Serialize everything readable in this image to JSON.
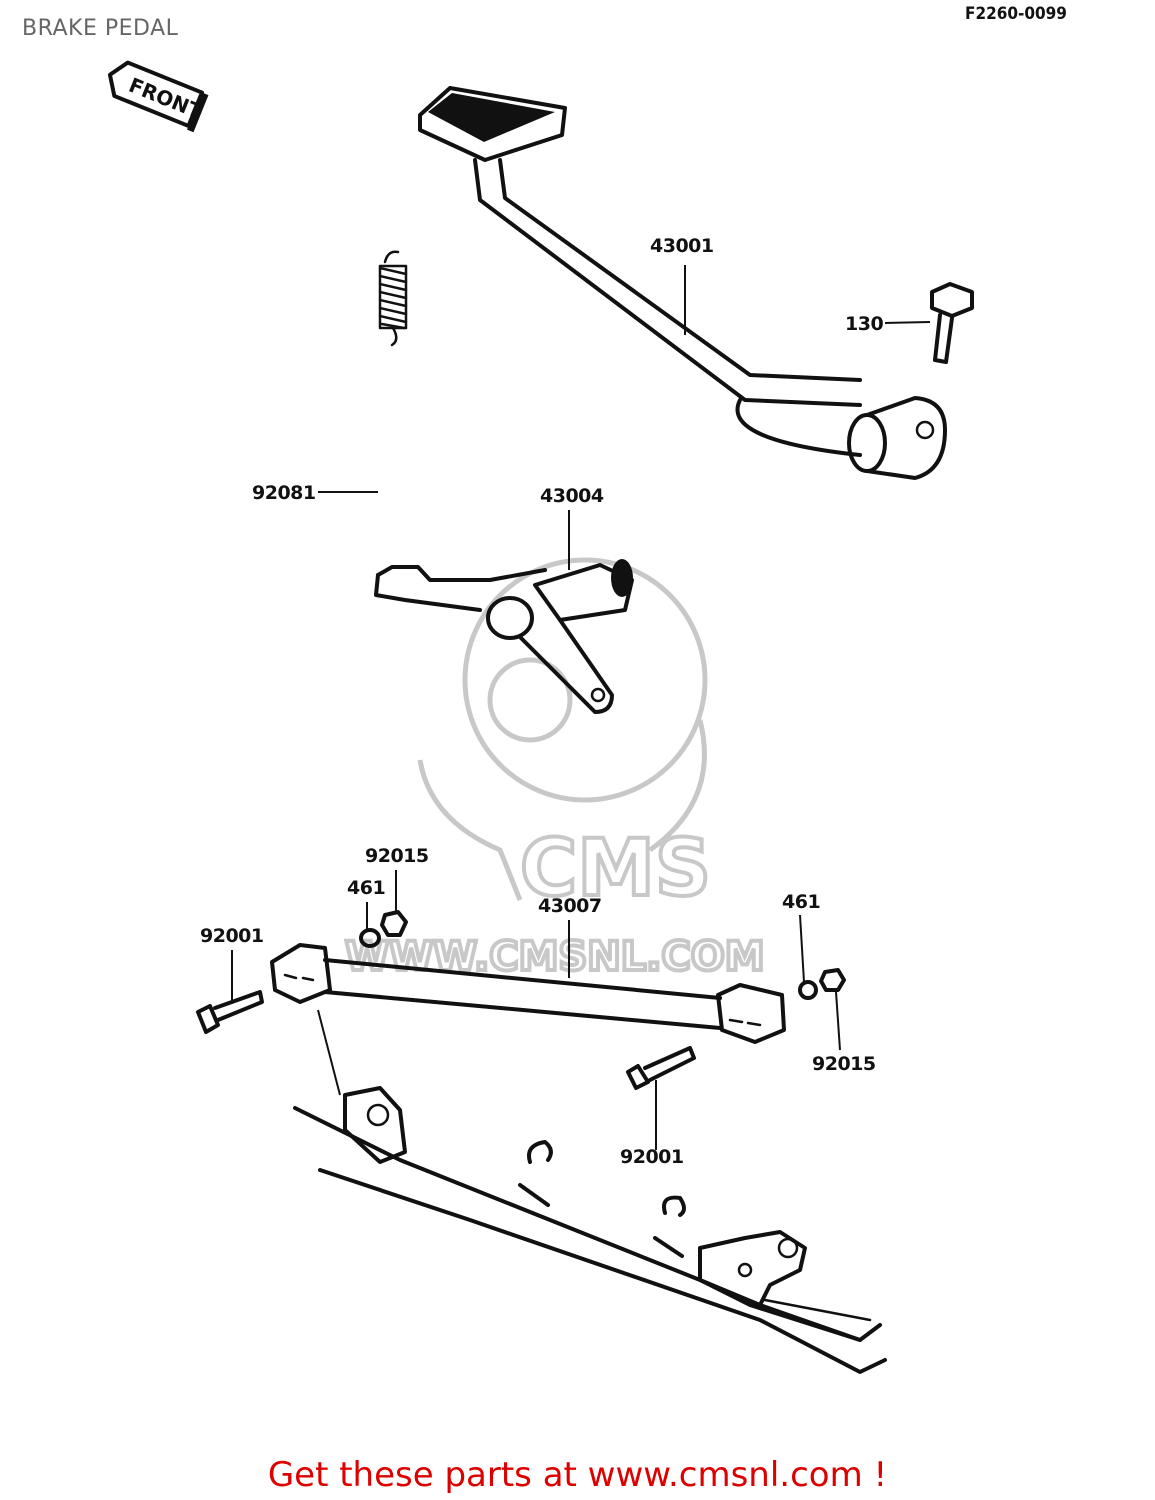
{
  "header": {
    "title": "BRAKE PEDAL",
    "diagram_code": "F2260-0099"
  },
  "front_arrow": {
    "label": "FRONT"
  },
  "watermark": {
    "brand": "CMS",
    "url": "WWW.CMSNL.COM"
  },
  "parts": {
    "p43001": "43001",
    "p130": "130",
    "p92081": "92081",
    "p43004": "43004",
    "p92015_left": "92015",
    "p461_left": "461",
    "p43007": "43007",
    "p461_right": "461",
    "p92001_left": "92001",
    "p92015_right": "92015",
    "p92001_right": "92001"
  },
  "footer": {
    "cta": "Get these parts at www.cmsnl.com !"
  }
}
